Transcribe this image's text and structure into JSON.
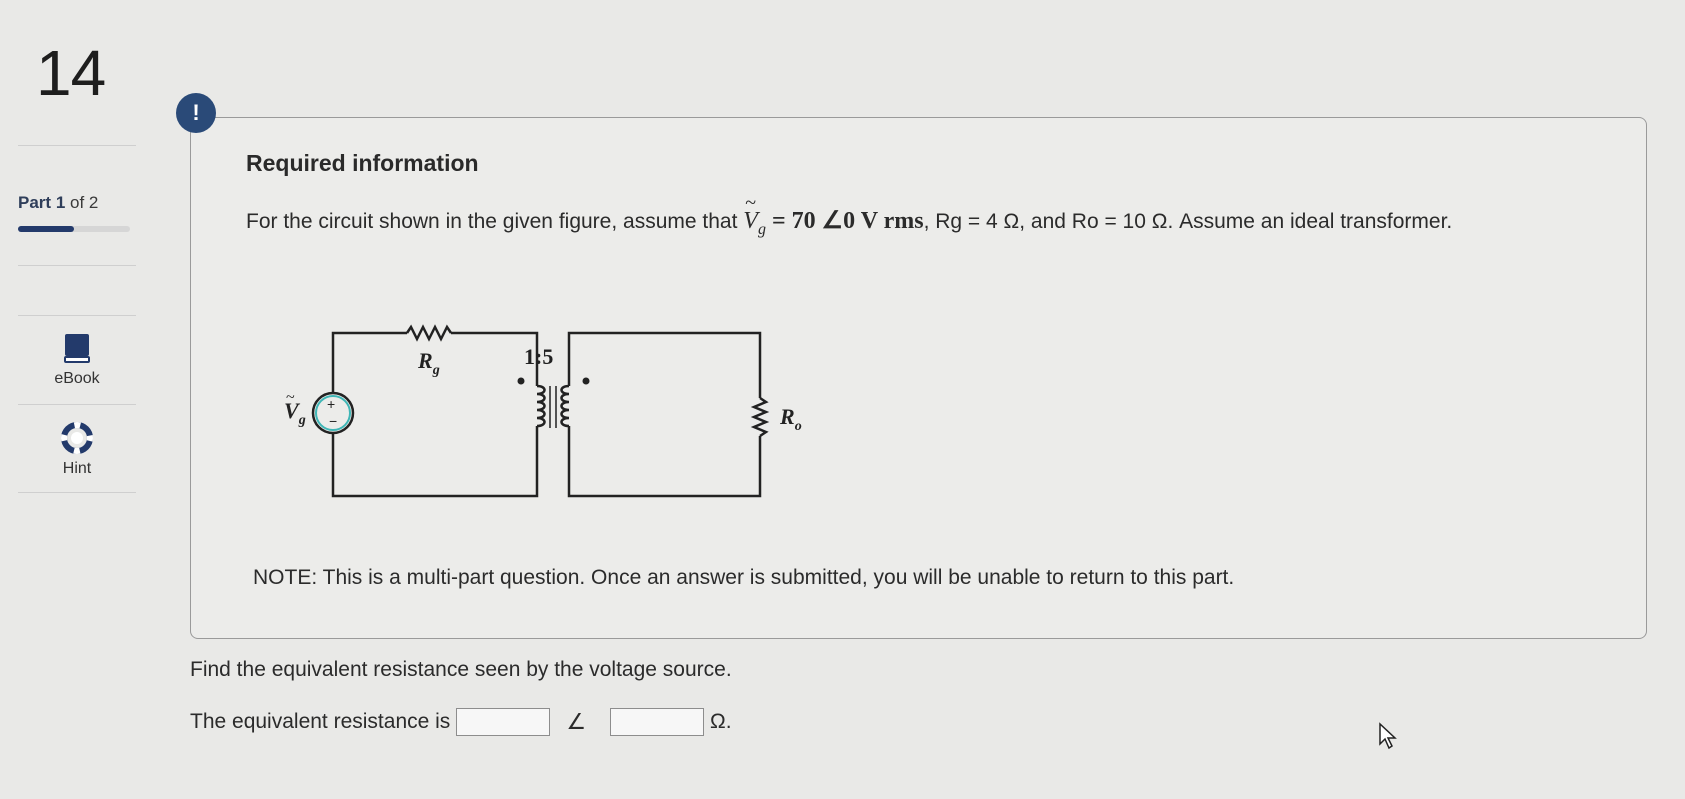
{
  "question": {
    "number": "14"
  },
  "progress": {
    "part_label": "Part",
    "part_num": "1",
    "part_suffix": "of 2",
    "fraction": 0.5
  },
  "tools": [
    {
      "label": "eBook",
      "icon": "book-icon"
    },
    {
      "label": "Hint",
      "icon": "lifebuoy-icon"
    }
  ],
  "card": {
    "badge": "!",
    "heading": "Required information",
    "statement_pre": "For the circuit shown in the given figure, assume that",
    "vg_symbol": "V",
    "vg_sub": "g",
    "vg_value": "= 70 ∠0 V rms",
    "statement_post": ", Rg = 4 Ω, and Ro = 10 Ω. Assume an ideal transformer.",
    "note": "NOTE: This is a multi-part question. Once an answer is submitted, you will be unable to return to this part."
  },
  "circuit": {
    "ratio": "1:5",
    "rg_label": "R",
    "rg_sub": "g",
    "ro_label": "R",
    "ro_sub": "o",
    "vg_label": "V",
    "vg_sub": "g"
  },
  "question_text": "Find the equivalent resistance seen by the voltage source.",
  "answer": {
    "prompt": "The equivalent resistance is",
    "magnitude_value": "",
    "angle_symbol": "∠",
    "angle_value": "",
    "unit": "Ω."
  }
}
